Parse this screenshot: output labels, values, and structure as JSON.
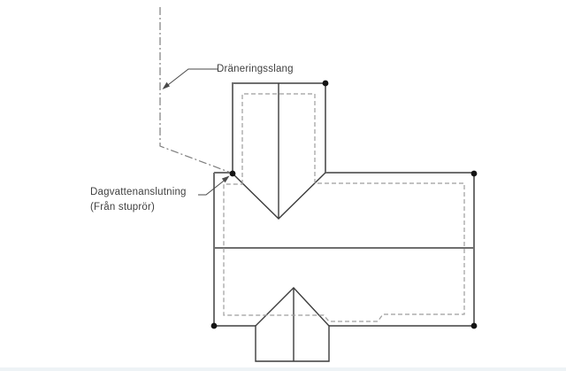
{
  "labels": {
    "drain_hose": "Dräneringsslang",
    "stormwater_connection_line1": "Dagvattenanslutning",
    "stormwater_connection_line2": "(Från stuprör)"
  },
  "colors": {
    "background": "#ffffff",
    "outline": "#6f6f6f",
    "detail_lines": "#3c3c3c",
    "dashed_pipe": "#9e9e9e",
    "dash_dot_hose": "#7d7d7d",
    "leader": "#4a4a4a",
    "connection_dot": "#141414",
    "text": "#3f3f3f"
  },
  "connection_points": [
    {
      "name": "stormwater-connection-at-top-wing-left"
    },
    {
      "name": "top-wing-right-corner"
    },
    {
      "name": "main-roof-top-right-corner"
    },
    {
      "name": "main-roof-bottom-right-corner"
    },
    {
      "name": "main-roof-bottom-left-corner"
    }
  ]
}
